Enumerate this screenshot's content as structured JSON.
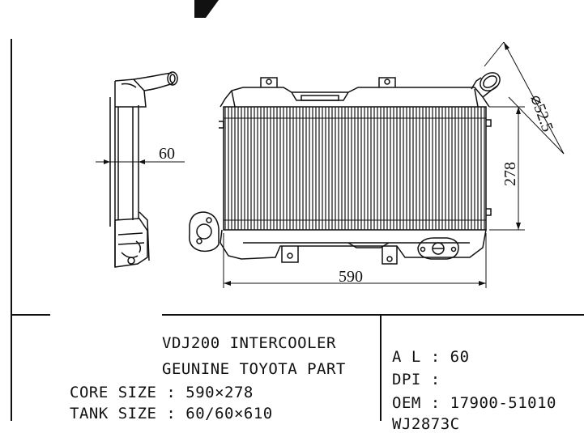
{
  "drawing": {
    "dimensions": {
      "thickness": "60",
      "height": "278",
      "width": "590",
      "pipe_diameter": "⌀52.5"
    },
    "colors": {
      "ink": "#111111",
      "background": "#ffffff"
    }
  },
  "specs": {
    "title": "VDJ200 INTERCOOLER",
    "subtitle": "GEUNINE TOYOTA PART",
    "core_size_label": "CORE SIZE",
    "core_size_value": "590×278",
    "tank_size_label": "TANK SIZE",
    "tank_size_value": "60/60×610",
    "al_label": "A L",
    "al_value": "60",
    "dpi_label": "DPI",
    "dpi_value": "",
    "oem_label": "OEM",
    "oem_value": "17900-51010",
    "extra_value": "WJ2873C"
  }
}
